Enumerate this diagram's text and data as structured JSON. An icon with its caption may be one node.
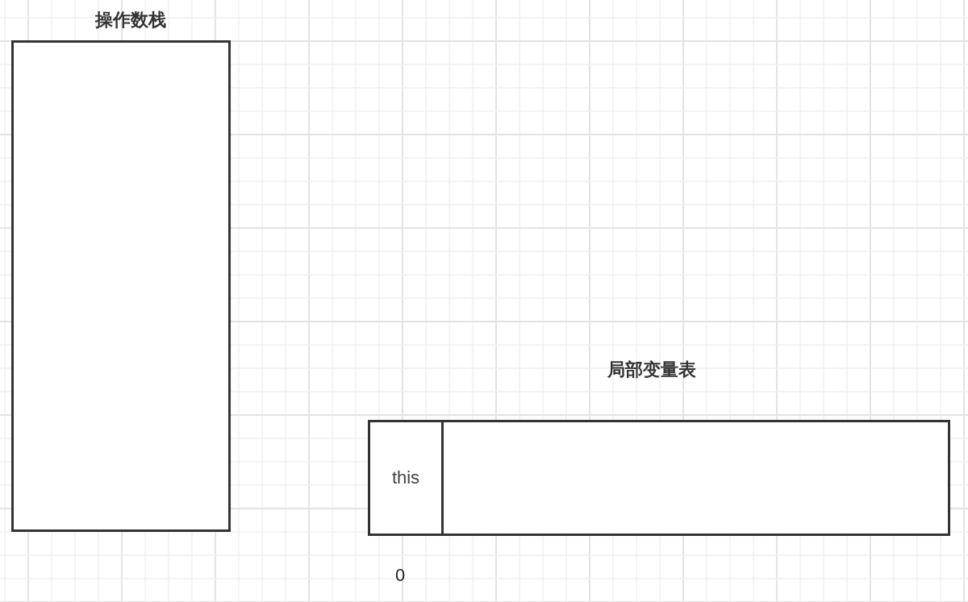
{
  "diagram": {
    "nodes": [
      {
        "text": [
          "操作数栈"
        ]
      },
      {
        "text": [
          "局部变量表"
        ]
      },
      {
        "text": [
          "this"
        ],
        "in": 1,
        "beside": [
          "0"
        ]
      }
    ]
  }
}
